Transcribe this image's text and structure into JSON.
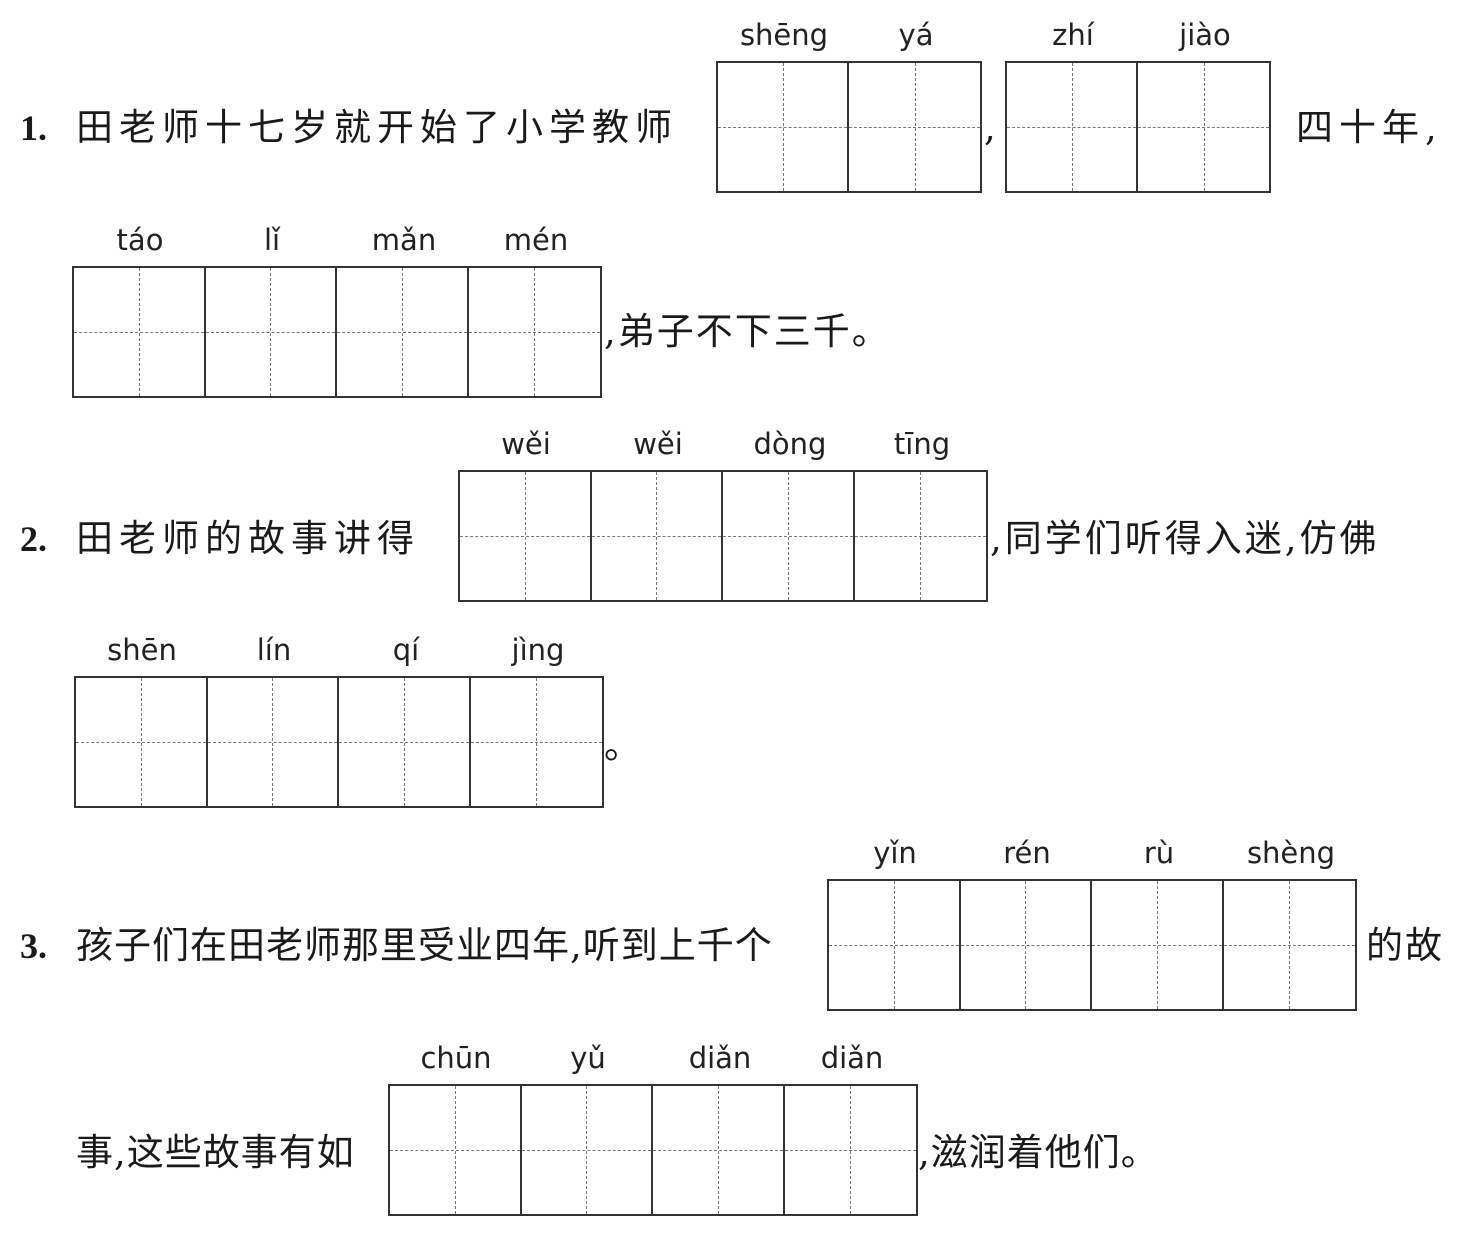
{
  "q1": {
    "number": "1.",
    "text_before": "田老师十七岁就开始了小学教师",
    "comma": ",",
    "text_after": "四十年,",
    "text_line2": ",弟子不下三千。",
    "blank_a": {
      "pinyin": [
        "shēng",
        "yá"
      ]
    },
    "blank_b": {
      "pinyin": [
        "zhí",
        "jiào"
      ]
    },
    "blank_c": {
      "pinyin": [
        "táo",
        "lǐ",
        "mǎn",
        "mén"
      ]
    }
  },
  "q2": {
    "number": "2.",
    "text_before": "田老师的故事讲得",
    "text_after": ",同学们听得入迷,仿佛",
    "text_line2": "。",
    "blank_a": {
      "pinyin": [
        "wěi",
        "wěi",
        "dòng",
        "tīng"
      ]
    },
    "blank_b": {
      "pinyin": [
        "shēn",
        "lín",
        "qí",
        "jìng"
      ]
    }
  },
  "q3": {
    "number": "3.",
    "text_before": "孩子们在田老师那里受业四年,听到上千个",
    "text_after": "的故",
    "text_line2_before": "事,这些故事有如",
    "text_line2_after": ",滋润着他们。",
    "blank_a": {
      "pinyin": [
        "yǐn",
        "rén",
        "rù",
        "shèng"
      ]
    },
    "blank_b": {
      "pinyin": [
        "chūn",
        "yǔ",
        "diǎn",
        "diǎn"
      ]
    }
  }
}
